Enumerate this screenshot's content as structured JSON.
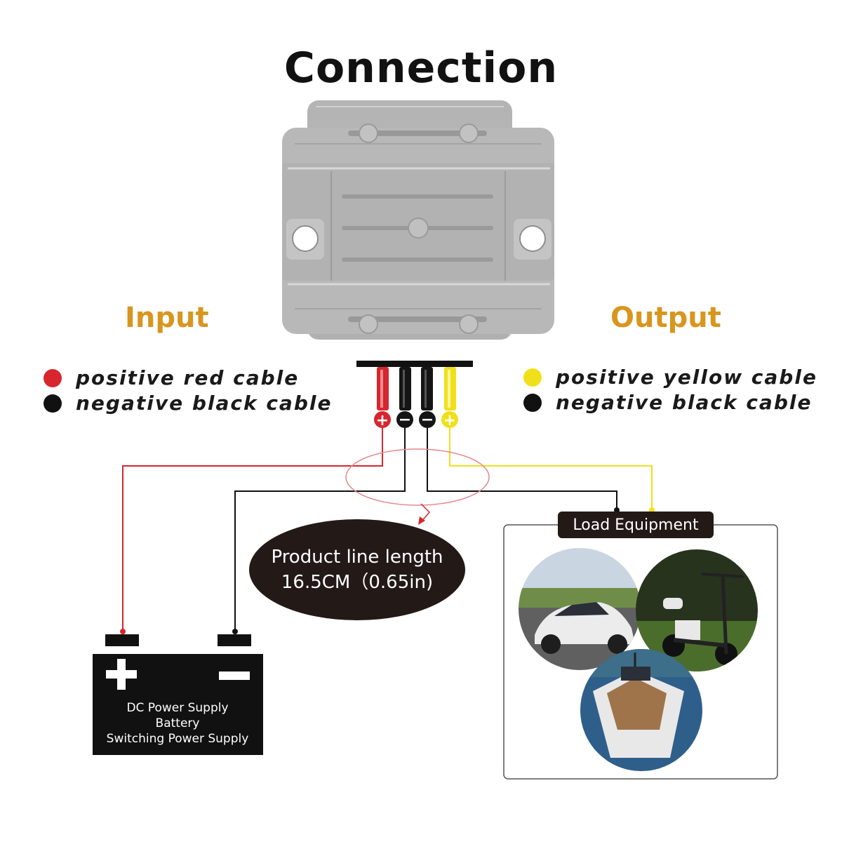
{
  "title": "Connection",
  "input": {
    "heading": "Input",
    "legend": [
      {
        "label": "positive red cable",
        "color": "#d7262e"
      },
      {
        "label": "negative black cable",
        "color": "#111111"
      }
    ]
  },
  "output": {
    "heading": "Output",
    "legend": [
      {
        "label": "positive yellow cable",
        "color": "#f0e01a"
      },
      {
        "label": "negative black cable",
        "color": "#111111"
      }
    ]
  },
  "terminals": [
    "+",
    "−",
    "−",
    "+"
  ],
  "line_note": {
    "line1": "Product line length",
    "line2": "16.5CM（0.65in)"
  },
  "load_equipment": {
    "label": "Load Equipment",
    "items": [
      "car-photo",
      "scooter-photo",
      "boat-photo"
    ]
  },
  "battery": {
    "lines": [
      "DC Power Supply",
      "Battery",
      "Switching Power Supply"
    ]
  },
  "colors": {
    "accent": "#d8961f",
    "red_wire": "#d7262e",
    "yellow_wire": "#f0e01a",
    "black_wire": "#111111",
    "housing": "#b4b4b4"
  }
}
